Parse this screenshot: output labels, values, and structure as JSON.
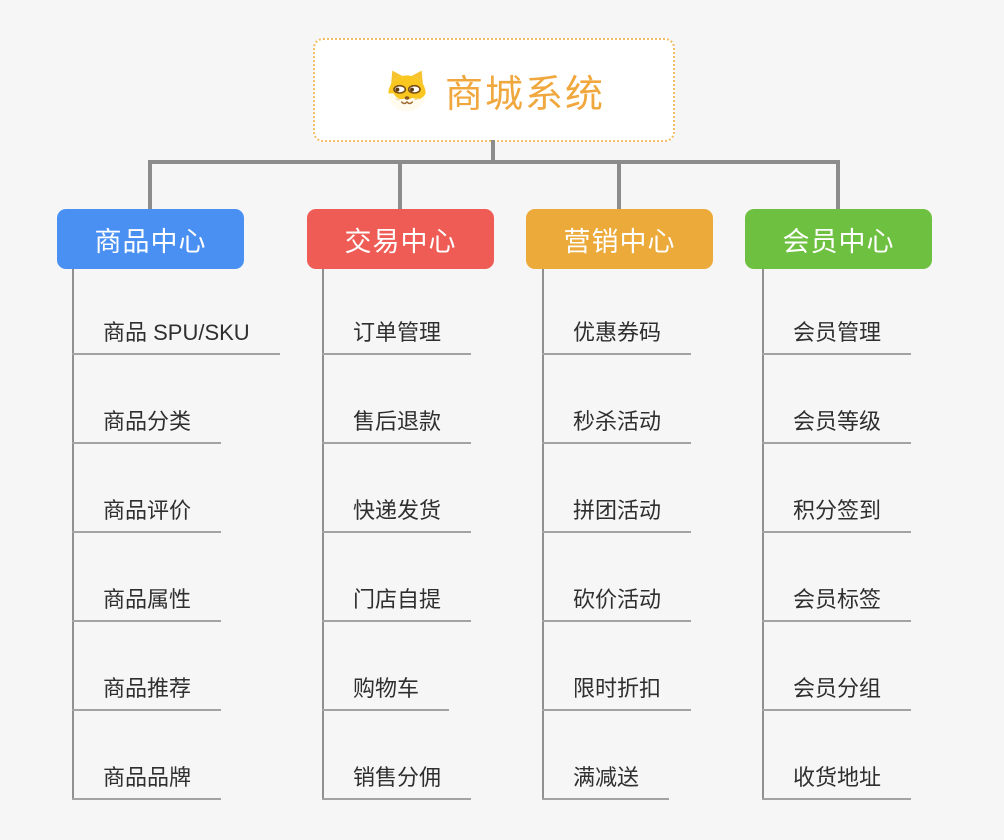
{
  "root": {
    "title": "商城系统",
    "title_color": "#f0a83e",
    "border_color": "#f2bd62",
    "icon": "dog-face-icon"
  },
  "branches": [
    {
      "label": "商品中心",
      "color": "#4a90f2",
      "children": [
        "商品 SPU/SKU",
        "商品分类",
        "商品评价",
        "商品属性",
        "商品推荐",
        "商品品牌"
      ]
    },
    {
      "label": "交易中心",
      "color": "#ee5c55",
      "children": [
        "订单管理",
        "售后退款",
        "快递发货",
        "门店自提",
        "购物车",
        "销售分佣"
      ]
    },
    {
      "label": "营销中心",
      "color": "#ebaa39",
      "children": [
        "优惠券码",
        "秒杀活动",
        "拼团活动",
        "砍价活动",
        "限时折扣",
        "满减送"
      ]
    },
    {
      "label": "会员中心",
      "color": "#6ec041",
      "children": [
        "会员管理",
        "会员等级",
        "积分签到",
        "会员标签",
        "会员分组",
        "收货地址"
      ]
    }
  ],
  "colors": {
    "background": "#f6f6f7",
    "connector": "#8c8c8c",
    "trunk_line": "#909090",
    "leaf_underline": "#a3a3a3",
    "leaf_text": "#2f2f2f"
  }
}
